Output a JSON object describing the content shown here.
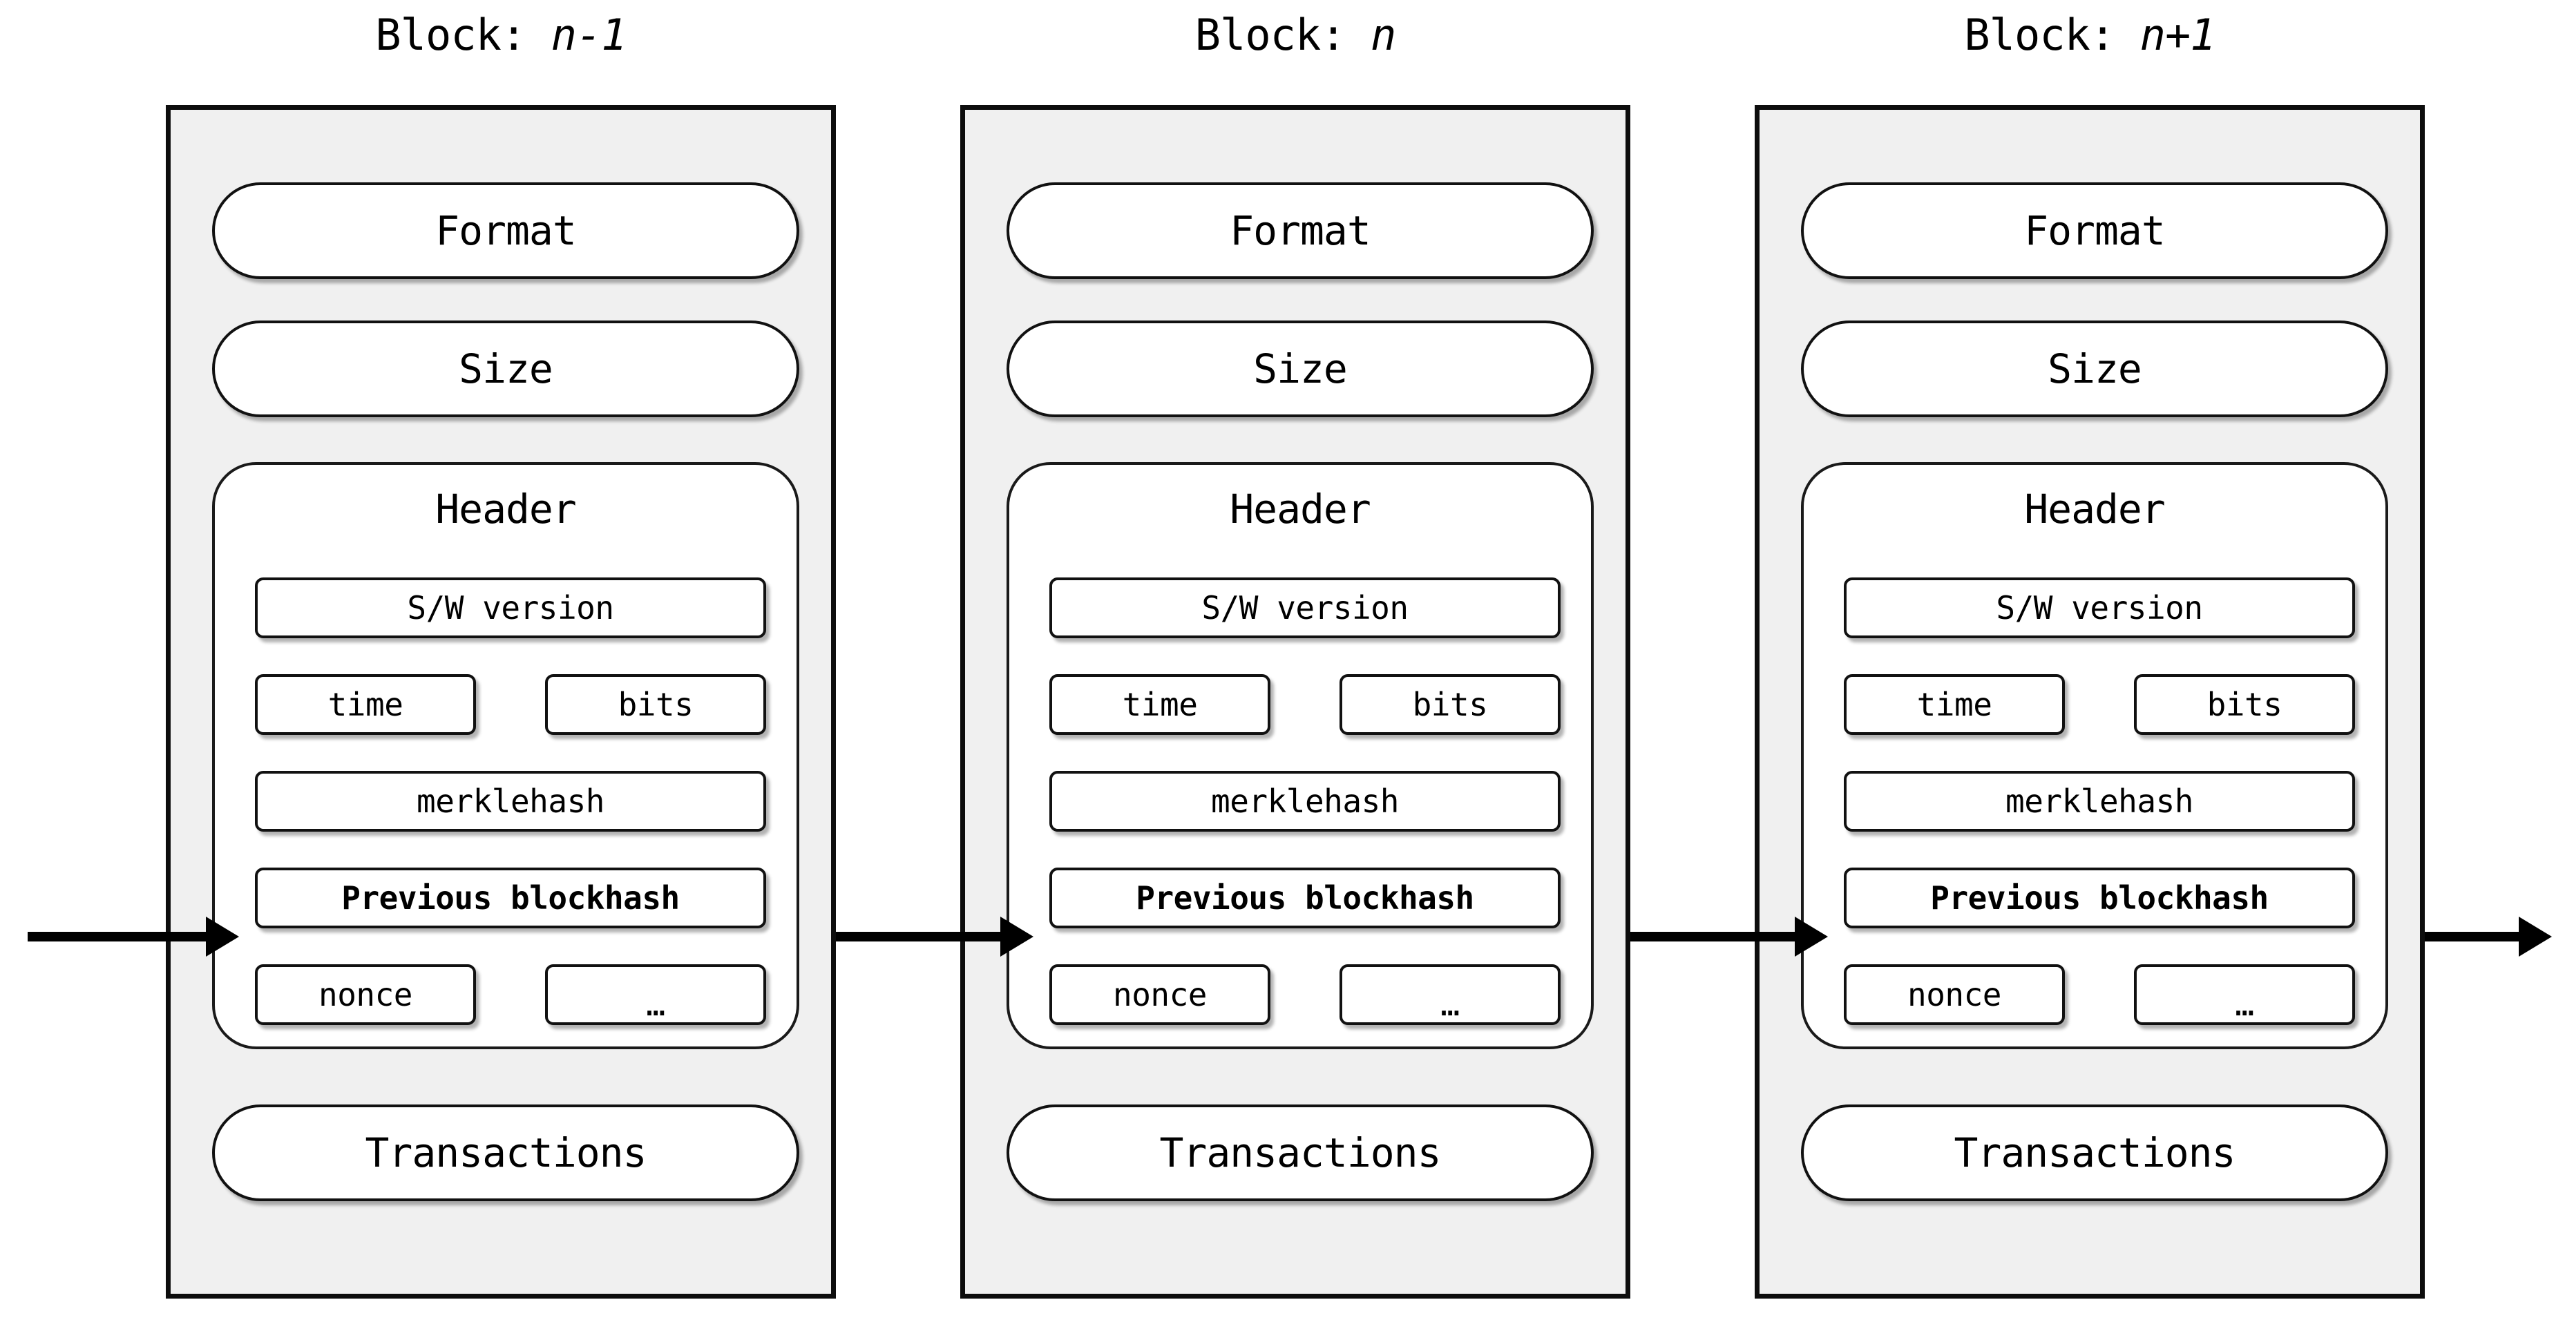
{
  "diagram": {
    "title": "Blockchain block structure chain",
    "block_label_prefix": "Block: ",
    "background_color": "#FFFFFF",
    "block_fill_color": "#F0F0F0",
    "box_fill_color": "#FFFFFF",
    "stroke_color": "#000000"
  },
  "blocks": [
    {
      "title_prefix": "Block: ",
      "index_label": "n-1",
      "format_label": "Format",
      "size_label": "Size",
      "header_label": "Header",
      "transactions_label": "Transactions",
      "header_fields": {
        "sw_version": "S/W version",
        "time": "time",
        "bits": "bits",
        "merklehash": "merklehash",
        "previous_blockhash": "Previous blockhash",
        "nonce": "nonce",
        "more": "…"
      }
    },
    {
      "title_prefix": "Block: ",
      "index_label": "n",
      "format_label": "Format",
      "size_label": "Size",
      "header_label": "Header",
      "transactions_label": "Transactions",
      "header_fields": {
        "sw_version": "S/W version",
        "time": "time",
        "bits": "bits",
        "merklehash": "merklehash",
        "previous_blockhash": "Previous blockhash",
        "nonce": "nonce",
        "more": "…"
      }
    },
    {
      "title_prefix": "Block: ",
      "index_label": "n+1",
      "format_label": "Format",
      "size_label": "Size",
      "header_label": "Header",
      "transactions_label": "Transactions",
      "header_fields": {
        "sw_version": "S/W version",
        "time": "time",
        "bits": "bits",
        "merklehash": "merklehash",
        "previous_blockhash": "Previous blockhash",
        "nonce": "nonce",
        "more": "…"
      }
    }
  ],
  "arrows": [
    {
      "name": "incoming-chain-arrow"
    },
    {
      "name": "chain-arrow-n-1-to-n"
    },
    {
      "name": "chain-arrow-n-to-n-plus-1"
    },
    {
      "name": "outgoing-chain-arrow"
    }
  ]
}
